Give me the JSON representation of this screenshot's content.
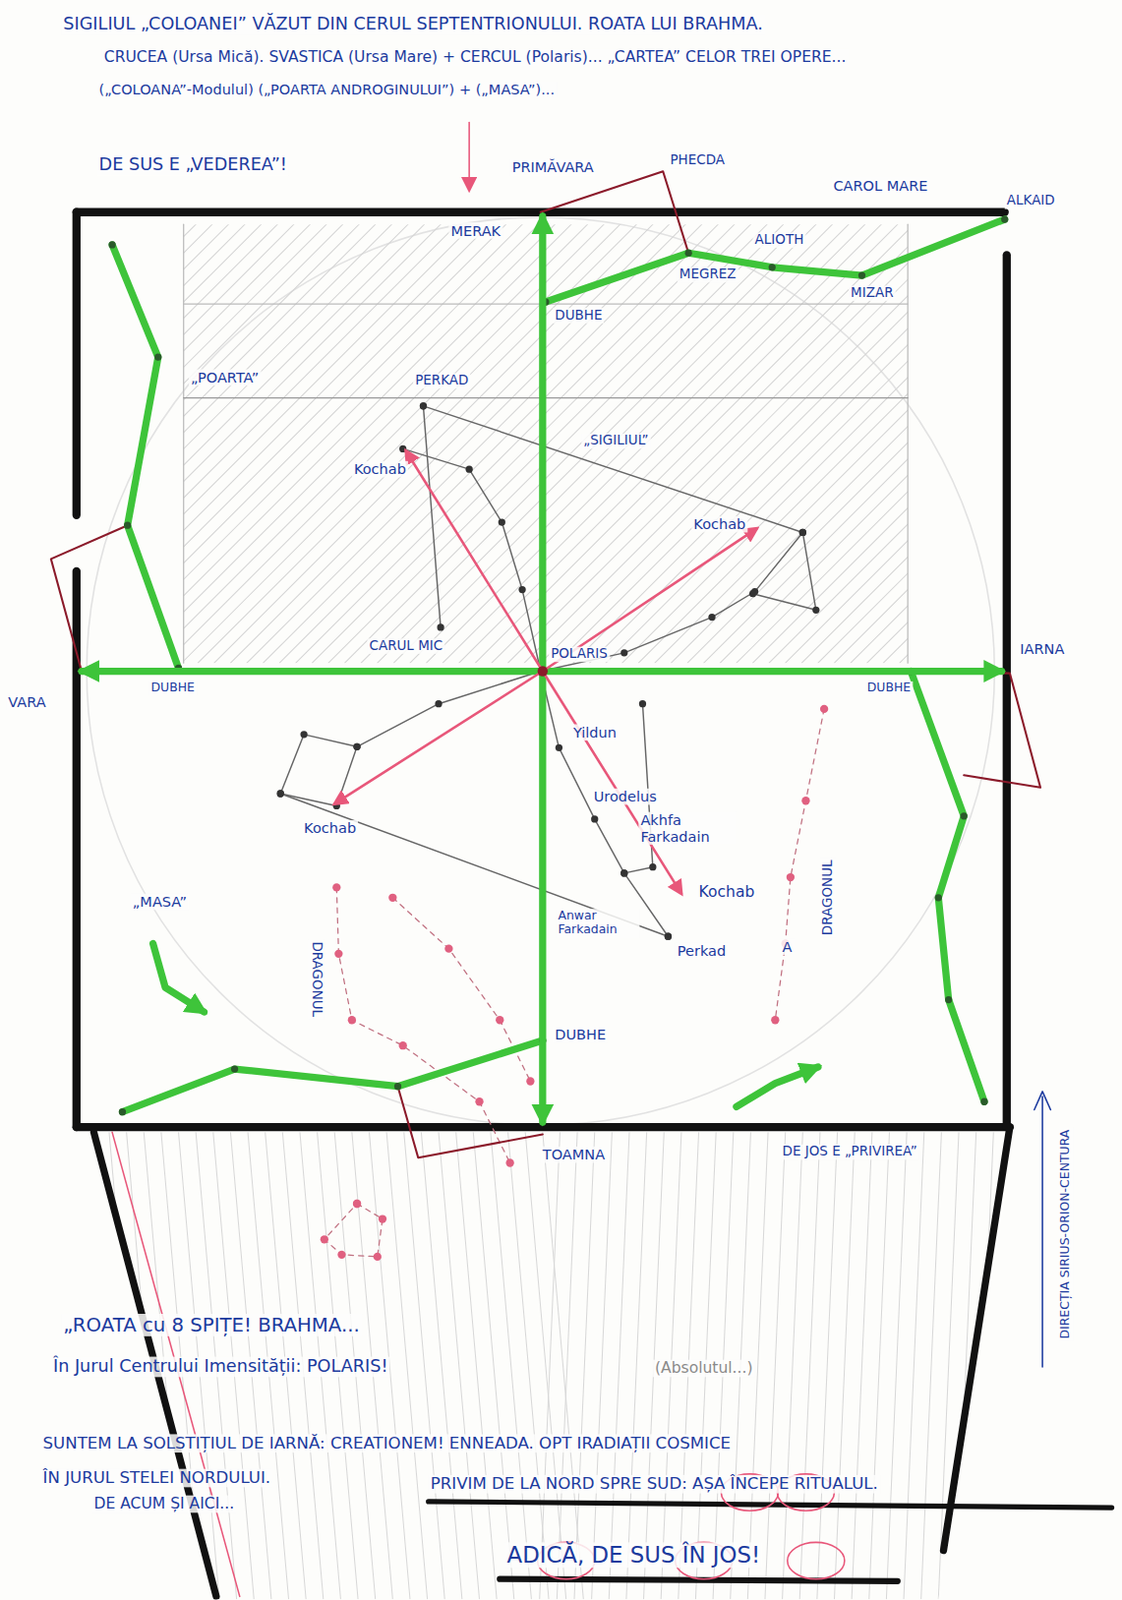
{
  "diagram": {
    "title": "SIGILIUL „COLOANEI” VĂZUT DIN CERUL SEPTENTRIONULUI. ROATA LUI BRAHMA.",
    "labels": [
      "CRUCEA (Ursa Mică). SVASTICA (Ursa Mare) + CERCUL (Polaris)... „CARTEA” CELOR TREI OPERE...",
      "(„COLOANA”-Modulul) („POARTA ANDROGINULUI”) + („MASA”)...",
      "DE SUS E „VEDEREA”!",
      "PRIMĂVARA",
      "PHECDA",
      "CAROL MARE",
      "MERAK",
      "ALIOTH",
      "ALKAID",
      "MEGREZ",
      "MIZAR",
      "DUBHE",
      "„POARTA”",
      "PERKAD",
      "„SIGILIUL”",
      "Kochab",
      "Kochab",
      "CARUL MIC",
      "POLARIS",
      "IARNA",
      "VARA",
      "DUBHE",
      "DUBHE",
      "Yildun",
      "Urodelus",
      "Akhfa Farkadain",
      "Kochab",
      "Kochab",
      "„MASA”",
      "Anwar Farkadain",
      "Perkad",
      "A",
      "DRAGONUL",
      "DRAGONUL",
      "DUBHE",
      "TOAMNA",
      "DE JOS E „PRIVIREA”",
      "DIRECȚIA SIRIUS-ORION-CENTURA",
      "„ROATA cu 8 SPIȚE! BRAHMA...",
      "În Jurul Centrului Imensității: POLARIS!",
      "(Absolutul...)",
      "SUNTEM LA SOLSTIȚIUL DE IARNĂ: CREATIONEM! ENNEADA. OPT IRADIAȚII COSMICE",
      "ÎN JURUL STELEI NORDULUI.",
      "PRIVIM DE LA NORD SPRE SUD: AȘA ÎNCEPE RITUALUL.",
      "DE ACUM ȘI AICI...",
      "ADICĂ, DE SUS ÎN JOS!"
    ]
  }
}
